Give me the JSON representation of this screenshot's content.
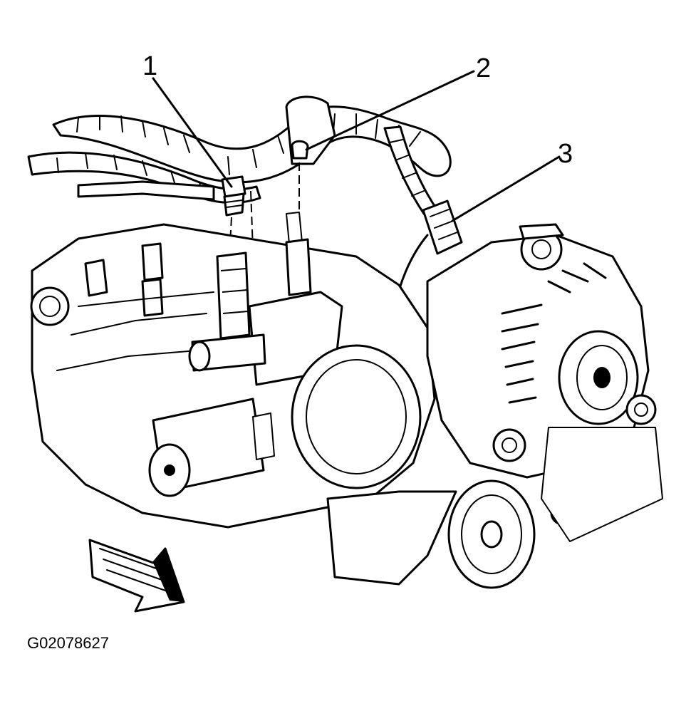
{
  "diagram": {
    "callouts": [
      {
        "id": 1,
        "label": "1"
      },
      {
        "id": 2,
        "label": "2"
      },
      {
        "id": 3,
        "label": "3"
      }
    ],
    "figure_code": "G02078627",
    "components": [
      "wiring-harness",
      "engine-intake-assembly",
      "throttle-body",
      "alternator",
      "crankshaft-pulley",
      "front-direction-arrow"
    ]
  }
}
